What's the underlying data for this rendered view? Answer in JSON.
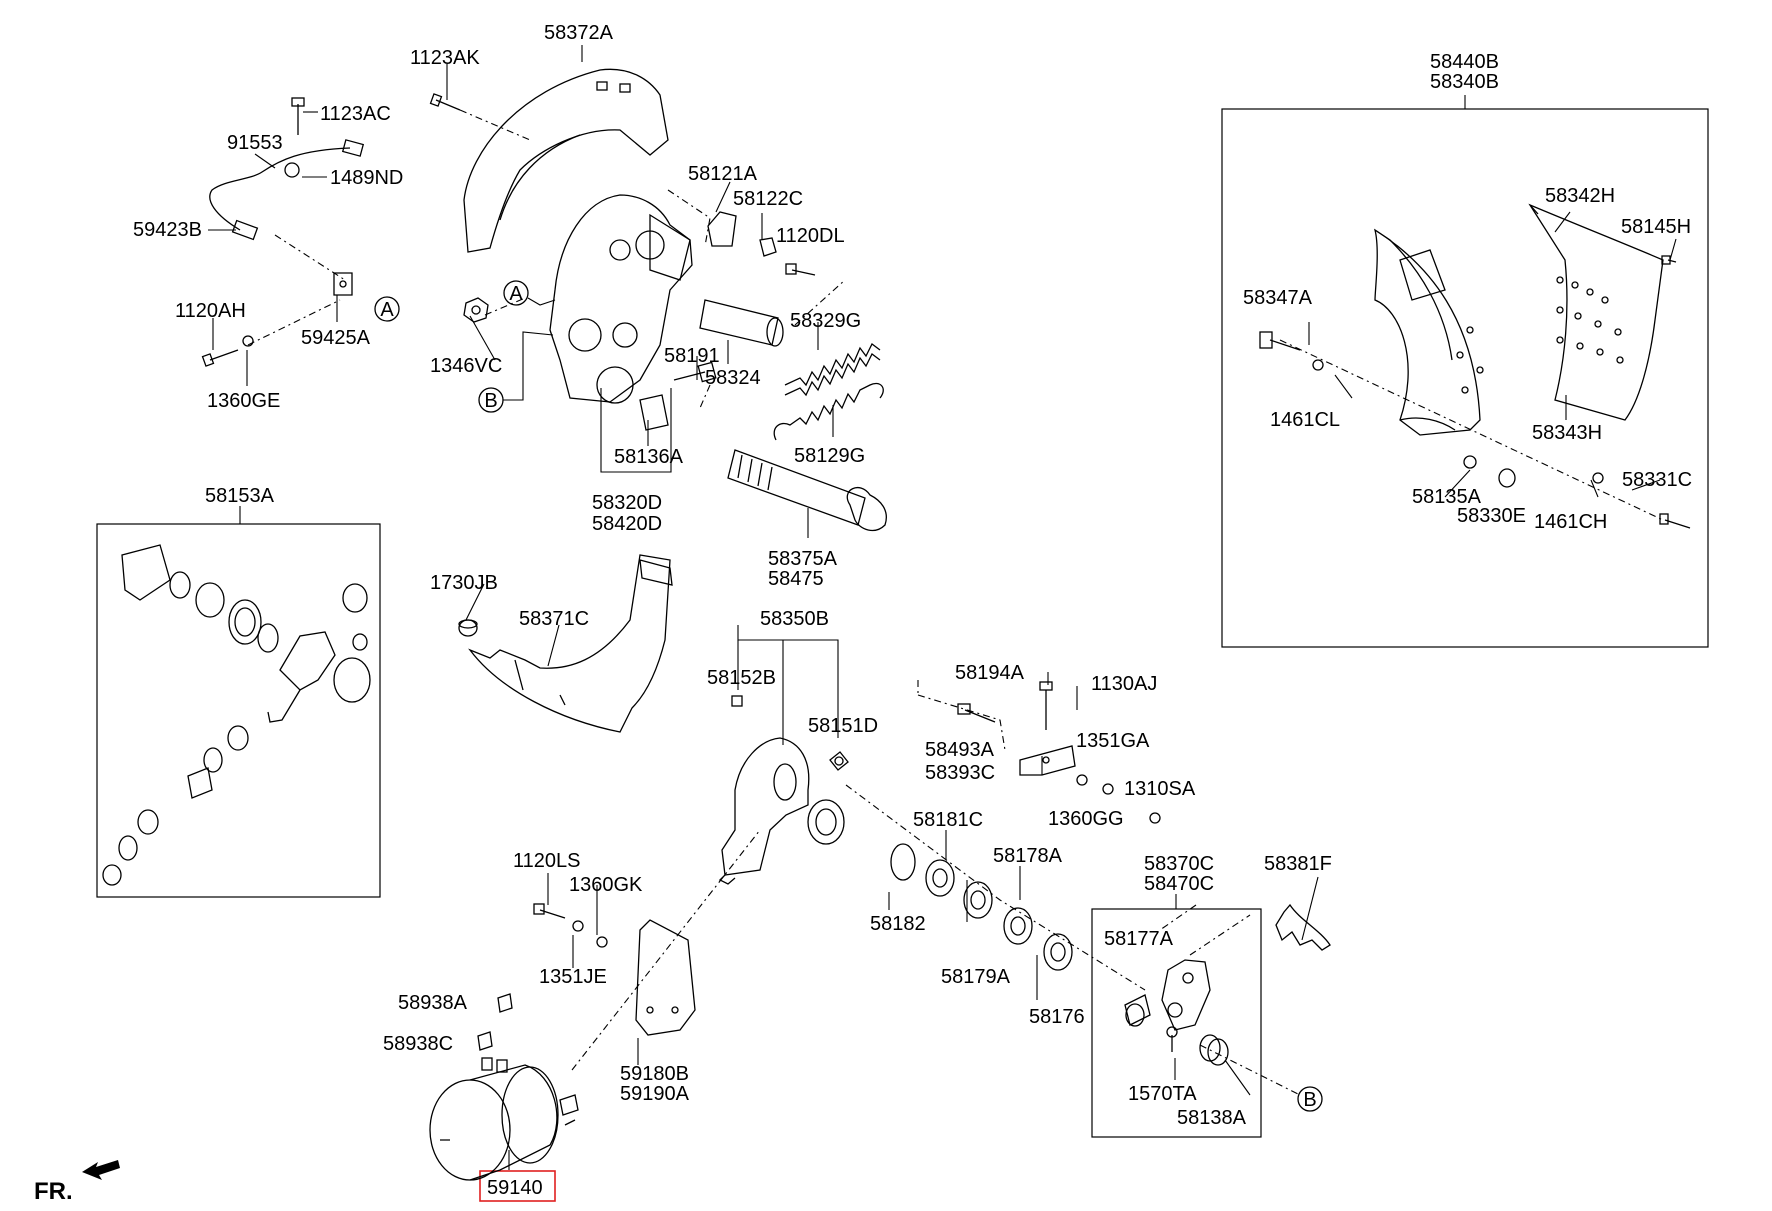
{
  "diagram": {
    "labels": {
      "p58372A": "58372A",
      "p1123AK": "1123AK",
      "p1123AC": "1123AC",
      "p91553": "91553",
      "p1489ND": "1489ND",
      "p59423B": "59423B",
      "p1120AH": "1120AH",
      "p59425A": "59425A",
      "p1360GE": "1360GE",
      "p1346VC": "1346VC",
      "p58121A": "58121A",
      "p58122C": "58122C",
      "p1120DL": "1120DL",
      "p58329G": "58329G",
      "p58191": "58191",
      "p58324": "58324",
      "p58136A": "58136A",
      "p58129G": "58129G",
      "p58320D": "58320D",
      "p58420D": "58420D",
      "p58375A": "58375A",
      "p58475": "58475",
      "p58153A": "58153A",
      "p1730JB": "1730JB",
      "p58371C": "58371C",
      "p58350B": "58350B",
      "p58152B": "58152B",
      "p58194A": "58194A",
      "p1130AJ": "1130AJ",
      "p58151D": "58151D",
      "p58493A": "58493A",
      "p58393C": "58393C",
      "p1351GA": "1351GA",
      "p1310SA": "1310SA",
      "p1360GG": "1360GG",
      "p58181C": "58181C",
      "p58178A": "58178A",
      "p58182": "58182",
      "p58179A": "58179A",
      "p58176": "58176",
      "p1120LS": "1120LS",
      "p1360GK": "1360GK",
      "p1351JE": "1351JE",
      "p58938A": "58938A",
      "p58938C": "58938C",
      "p59180B": "59180B",
      "p59190A": "59190A",
      "p59140": "59140",
      "p58370C": "58370C",
      "p58470C": "58470C",
      "p58381F": "58381F",
      "p58177A": "58177A",
      "p1570TA": "1570TA",
      "p58138A": "58138A",
      "p58440B": "58440B",
      "p58340B": "58340B",
      "p58342H": "58342H",
      "p58145H": "58145H",
      "p58347A": "58347A",
      "p1461CL": "1461CL",
      "p58343H": "58343H",
      "p58135A": "58135A",
      "p58330E": "58330E",
      "p1461CH": "1461CH",
      "p58331C": "58331C"
    },
    "refs": {
      "a": "A",
      "b": "B"
    },
    "front_marker": "FR."
  },
  "colors": {
    "line": "#000000",
    "highlight": "#e02020",
    "background": "#ffffff"
  },
  "icons": {
    "front": "front-direction-arrow-icon"
  }
}
